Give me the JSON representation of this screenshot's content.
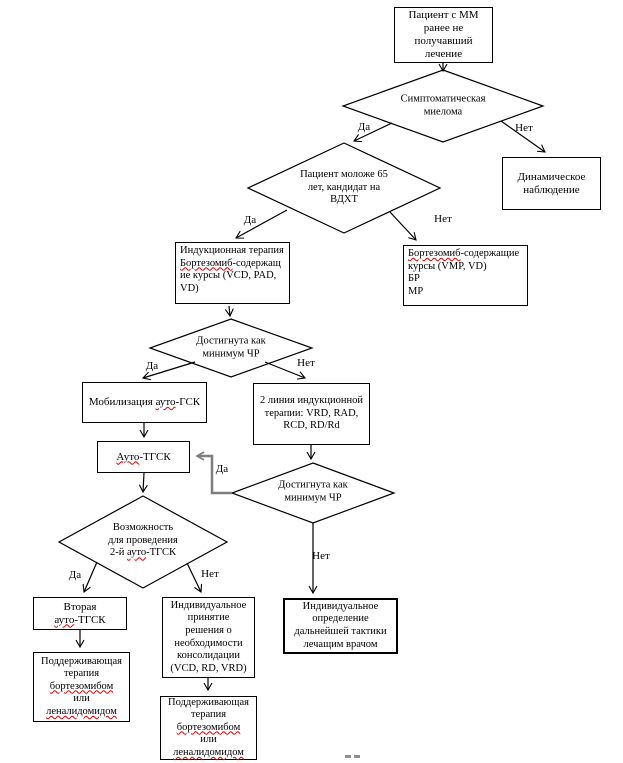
{
  "flowchart": {
    "edge_labels": {
      "yes": "Да",
      "no": "Нет"
    },
    "nodes": {
      "patient": {
        "text": "Пациент с ММ\nранее не\nполучавший\nлечение"
      },
      "symptomatic": {
        "text": "Симптоматическая\nмиелома"
      },
      "observation": {
        "text": "Динамическое\nнаблюдение"
      },
      "age65": {
        "text": "Пациент моложе 65\nлет, кандидат на\nВДХТ"
      },
      "induction": {
        "pre": "Индукционная терапия\n",
        "misspelled": "Бортезомиб",
        "post": "-содержащ\nие курсы (VCD, PAD,\nVD)"
      },
      "bortezomib_courses": {
        "misspelled": "Бортезомиб",
        "post": "-содержащие\nкурсы (VMP, VD)\nБР\nМР"
      },
      "chr1": {
        "text": "Достигнута как\nминимум ЧР"
      },
      "mobilization": {
        "pre": "Мобилизация ",
        "misspelled": "ауто",
        "post": "-ГСК"
      },
      "line2": {
        "text": "2 линия индукционной\nтерапии: VRD, RAD,\nRCD, RD/Rd"
      },
      "autotgsk": {
        "misspelled": "Ауто",
        "post": "-ТГСК"
      },
      "chr2": {
        "text": "Достигнута как\nминимум ЧР"
      },
      "possibility": {
        "pre": "Возможность\nдля проведения\n2-й ",
        "misspelled": "ауто",
        "post": "-ТГСК"
      },
      "second_auto": {
        "pre": "Вторая\n",
        "misspelled": "ауто",
        "post": "-ТГСК"
      },
      "support_left": {
        "pre": "Поддерживающая\nтерапия\n",
        "drug1": "бортезомибом",
        "mid": "\nили\n",
        "drug2": "леналидомидом"
      },
      "individual_decision": {
        "text": "Индивидуальное\nпринятие\nрешения о\nнеобходимости\nконсолидации\n(VCD, RD, VRD)"
      },
      "support_mid": {
        "pre": "Поддерживающая\nтерапия\n",
        "drug1": "бортезомибом",
        "mid": "\nили\n",
        "drug2": "леналидомидом"
      },
      "individual_determination": {
        "text": "Индивидуальное\nопределение\nдальнейшей тактики\nлечащим врачом"
      }
    },
    "colors": {
      "line": "#000000",
      "elbow_connector": "#7f7f7f",
      "spellcheck": "#dd0000"
    }
  }
}
